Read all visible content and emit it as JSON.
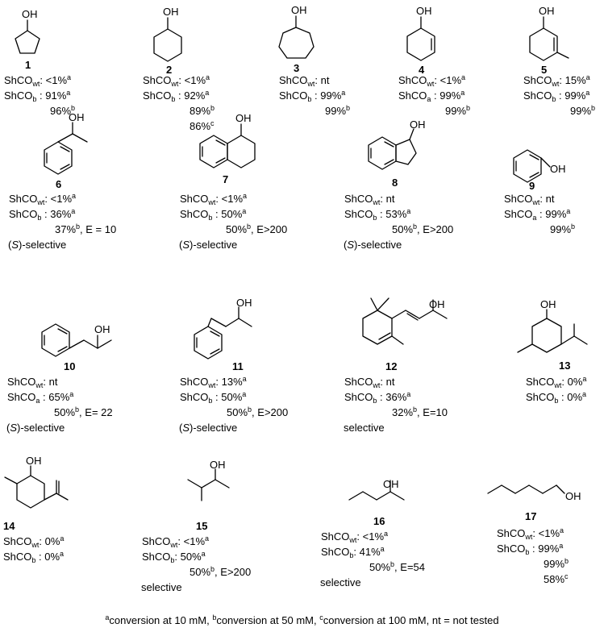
{
  "compounds": [
    {
      "number": "1",
      "substituent": "OH",
      "lines": [
        [
          "ShCO",
          "wt",
          ": <1%",
          "a"
        ],
        [
          "ShCO",
          "b",
          " : 91%",
          "a"
        ],
        [
          "",
          "",
          "96%",
          "b"
        ]
      ]
    },
    {
      "number": "2",
      "substituent": "OH",
      "lines": [
        [
          "ShCO",
          "wt",
          ": <1%",
          "a"
        ],
        [
          "ShCO",
          "b",
          " : 92%",
          "a"
        ],
        [
          "",
          "",
          "89%",
          "b"
        ],
        [
          "",
          "",
          "86%",
          "c"
        ]
      ]
    },
    {
      "number": "3",
      "substituent": "OH",
      "lines": [
        [
          "ShCO",
          "wt",
          ": nt",
          ""
        ],
        [
          "ShCO",
          "b",
          " : 99%",
          "a"
        ],
        [
          "",
          "",
          "99%",
          "b"
        ]
      ]
    },
    {
      "number": "4",
      "substituent": "OH",
      "lines": [
        [
          "ShCO",
          "wt",
          ": <1%",
          "a"
        ],
        [
          "ShCO",
          "a",
          " : 99%",
          "a"
        ],
        [
          "",
          "",
          "99%",
          "b"
        ]
      ]
    },
    {
      "number": "5",
      "substituent": "OH",
      "lines": [
        [
          "ShCO",
          "wt",
          ": 15%",
          "a"
        ],
        [
          "ShCO",
          "b",
          " : 99%",
          "a"
        ],
        [
          "",
          "",
          "99%",
          "b"
        ]
      ]
    },
    {
      "number": "6",
      "substituent": "OH",
      "lines": [
        [
          "ShCO",
          "wt",
          ": <1%",
          "a"
        ],
        [
          "ShCO",
          "b",
          " : 36%",
          "a"
        ],
        [
          "",
          "",
          "37%",
          "b",
          ", E = 10"
        ]
      ],
      "selectivity": "(S)-selective"
    },
    {
      "number": "7",
      "substituent": "OH",
      "lines": [
        [
          "ShCO",
          "wt",
          ": <1%",
          "a"
        ],
        [
          "ShCO",
          "b",
          " : 50%",
          "a"
        ],
        [
          "",
          "",
          "50%",
          "b",
          ", E>200"
        ]
      ],
      "selectivity": "(S)-selective"
    },
    {
      "number": "8",
      "substituent": "OH",
      "lines": [
        [
          "ShCO",
          "wt",
          ": nt",
          ""
        ],
        [
          "ShCO",
          "b",
          " : 53%",
          "a"
        ],
        [
          "",
          "",
          "50%",
          "b",
          ", E>200"
        ]
      ],
      "selectivity": "(S)-selective"
    },
    {
      "number": "9",
      "substituent": "OH",
      "lines": [
        [
          "ShCO",
          "wt",
          ": nt",
          ""
        ],
        [
          "ShCO",
          "a",
          " : 99%",
          "a"
        ],
        [
          "",
          "",
          "99%",
          "b"
        ]
      ]
    },
    {
      "number": "10",
      "substituent": "OH",
      "lines": [
        [
          "ShCO",
          "wt",
          ": nt",
          ""
        ],
        [
          "ShCO",
          "a",
          " : 65%",
          "a"
        ],
        [
          "",
          "",
          "50%",
          "b",
          ", E= 22"
        ]
      ],
      "selectivity": "(S)-selective"
    },
    {
      "number": "11",
      "substituent": "OH",
      "lines": [
        [
          "ShCO",
          "wt",
          ": 13%",
          "a"
        ],
        [
          "ShCO",
          "b",
          " : 50%",
          "a"
        ],
        [
          "",
          "",
          "50%",
          "b",
          ", E>200"
        ]
      ],
      "selectivity": "(S)-selective"
    },
    {
      "number": "12",
      "substituent": "OH",
      "lines": [
        [
          "ShCO",
          "wt",
          ": nt",
          ""
        ],
        [
          "ShCO",
          "b",
          " : 36%",
          "a"
        ],
        [
          "",
          "",
          "32%",
          "b",
          ", E=10"
        ]
      ],
      "selectivity": "selective"
    },
    {
      "number": "13",
      "substituent": "OH",
      "lines": [
        [
          "ShCO",
          "wt",
          ": 0%",
          "a"
        ],
        [
          "ShCO",
          "b",
          " : 0%",
          "a"
        ]
      ]
    },
    {
      "number": "14",
      "substituent": "OH",
      "lines": [
        [
          "ShCO",
          "wt",
          ": 0%",
          "a"
        ],
        [
          "ShCO",
          "b",
          " : 0%",
          "a"
        ]
      ]
    },
    {
      "number": "15",
      "substituent": "OH",
      "lines": [
        [
          "ShCO",
          "wt",
          ": <1%",
          "a"
        ],
        [
          "ShCO",
          "b",
          ":  50%",
          "a"
        ],
        [
          "",
          "",
          "50%",
          "b",
          ", E>200"
        ]
      ],
      "selectivity": "selective"
    },
    {
      "number": "16",
      "substituent": "OH",
      "lines": [
        [
          "ShCO",
          "wt",
          ": <1%",
          "a"
        ],
        [
          "ShCO",
          "b",
          ":  41%",
          "a"
        ],
        [
          "",
          "",
          "50%",
          "b",
          ", E=54"
        ]
      ],
      "selectivity": "selective"
    },
    {
      "number": "17",
      "substituent": "OH",
      "lines": [
        [
          "ShCO",
          "wt",
          ": <1%",
          "a"
        ],
        [
          "ShCO",
          "b",
          " :  99%",
          "a"
        ],
        [
          "",
          "",
          "99%",
          "b"
        ],
        [
          "",
          "",
          "58%",
          "c"
        ]
      ]
    }
  ],
  "footnote": [
    [
      "a",
      "conversion at 10 mM, "
    ],
    [
      "b",
      "conversion at 50 mM, "
    ],
    [
      "c",
      "conversion at 100 mM, nt = not tested"
    ]
  ]
}
